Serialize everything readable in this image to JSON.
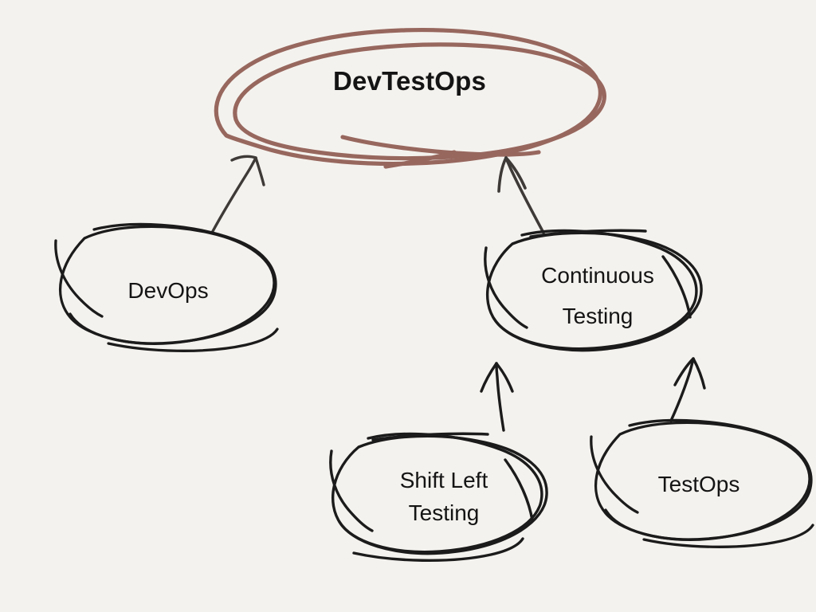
{
  "diagram": {
    "title": "DevTestOps",
    "background_color": "#f4f2ee",
    "root": {
      "label": "DevTestOps",
      "stroke_color": "#97675e",
      "text_color": "#141414"
    },
    "nodes": [
      {
        "id": "devops",
        "label": "DevOps",
        "stroke_color": "#1b1b1b",
        "text_color": "#141414"
      },
      {
        "id": "continuous-testing",
        "label": "Continuous\nTesting",
        "line1": "Continuous",
        "line2": "Testing",
        "stroke_color": "#1b1b1b",
        "text_color": "#141414"
      },
      {
        "id": "shift-left-testing",
        "label": "Shift Left\nTesting",
        "line1": "Shift Left",
        "line2": "Testing",
        "stroke_color": "#1b1b1b",
        "text_color": "#141414"
      },
      {
        "id": "testops",
        "label": "TestOps",
        "stroke_color": "#1b1b1b",
        "text_color": "#141414"
      }
    ],
    "edges": [
      {
        "id": "devops-to-devtestops",
        "from": "DevOps",
        "to": "DevTestOps",
        "stroke_color": "#3d3a38"
      },
      {
        "id": "continuous-testing-to-devtestops",
        "from": "Continuous Testing",
        "to": "DevTestOps",
        "stroke_color": "#3d3a38"
      },
      {
        "id": "shift-left-testing-to-continuous-testing",
        "from": "Shift Left Testing",
        "to": "Continuous Testing",
        "stroke_color": "#1b1b1b"
      },
      {
        "id": "testops-to-continuous-testing",
        "from": "TestOps",
        "to": "Continuous Testing",
        "stroke_color": "#1b1b1b"
      }
    ]
  }
}
